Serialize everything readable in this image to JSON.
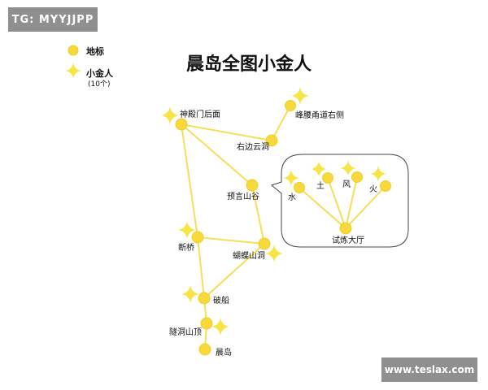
{
  "watermark_top": "TG: MYYJJPP",
  "watermark_bottom": "www.teslax.com",
  "title": "晨岛全图小金人",
  "legend": {
    "location_label": "地标",
    "golden_figure_label": "小金人",
    "golden_figure_count": "(10个)"
  },
  "places": {
    "shendian": "神殿门后面",
    "fengyao": "峰腰甬道右侧",
    "youbian": "右边云洞",
    "yuyan": "预言山谷",
    "duanqiao": "断桥",
    "hudie": "蝴蝶山洞",
    "pochuan": "破船",
    "suidong": "隧洞山顶",
    "chendao": "晨岛",
    "shilian": "试炼大厅",
    "shui": "水",
    "tu": "土",
    "feng": "风",
    "huo": "火"
  },
  "colors": {
    "node": "#f7d93b",
    "route": "#f4df5a",
    "star": "#f7e548",
    "badge": "#8f8f8f"
  }
}
